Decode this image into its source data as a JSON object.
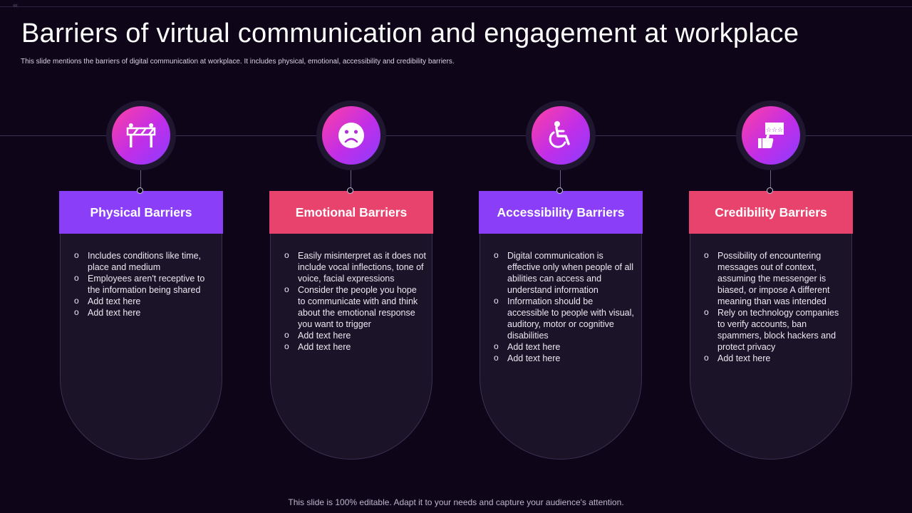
{
  "slide": {
    "title": "Barriers of virtual communication and engagement at workplace",
    "subtitle": "This slide mentions the barriers of digital communication at workplace. It includes physical, emotional, accessibility and credibility barriers.",
    "footer": "This slide is 100% editable. Adapt it to your needs and capture your audience's attention."
  },
  "colors": {
    "background": "#0e0519",
    "purple_header": "#8a3ef7",
    "pink_header": "#e8436c",
    "icon_gradient_start": "#ff3fa4",
    "icon_gradient_end": "#8a3cff"
  },
  "cards": [
    {
      "heading": "Physical Barriers",
      "icon": "road-barrier-icon",
      "header_color": "purple",
      "bullets": [
        "Includes conditions like time, place and medium",
        "Employees aren't receptive to the information being shared",
        "Add text here",
        "Add text here"
      ]
    },
    {
      "heading": "Emotional Barriers",
      "icon": "sad-face-icon",
      "header_color": "pink",
      "bullets": [
        "Easily misinterpret as it does not include vocal inflections, tone of voice, facial expressions",
        "Consider the people you hope to communicate with and think about the emotional response you want to trigger",
        "Add text here",
        "Add text here"
      ]
    },
    {
      "heading": "Accessibility Barriers",
      "icon": "wheelchair-icon",
      "header_color": "purple",
      "bullets": [
        "Digital communication is effective only when people of all abilities can access and understand information",
        "Information should be accessible to people with visual, auditory, motor or cognitive disabilities",
        "Add text here",
        "Add text here"
      ]
    },
    {
      "heading": "Credibility Barriers",
      "icon": "thumbs-up-rating-icon",
      "header_color": "pink",
      "bullets": [
        "Possibility of encountering messages out of context, assuming the messenger is biased, or impose A different meaning than was intended",
        "Rely on technology companies to verify accounts, ban spammers, block hackers and protect privacy",
        "Add text here"
      ]
    }
  ]
}
